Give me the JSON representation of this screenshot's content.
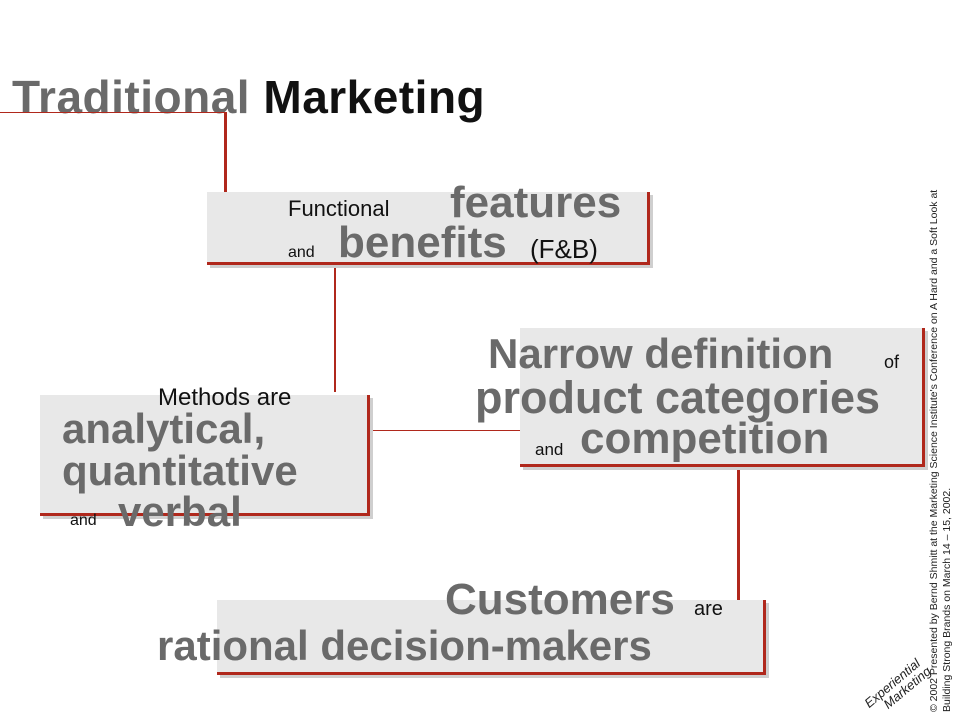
{
  "title": {
    "part1": "Traditional",
    "part2": "Marketing"
  },
  "box_fb": {
    "functional": "Functional",
    "features": "features",
    "and": "and",
    "benefits": "benefits",
    "fb": "(F&B)"
  },
  "box_narrow": {
    "line1_big": "Narrow definition",
    "line1_small": "of",
    "line2": "product categories",
    "and": "and",
    "line3": "competition"
  },
  "box_methods": {
    "intro": "Methods are",
    "line1": "analytical,",
    "line2": "quantitative",
    "and": "and",
    "line3": "verbal"
  },
  "box_customers": {
    "line1_big": "Customers",
    "line1_small": "are",
    "line2": "rational decision-makers"
  },
  "copyright": {
    "line1": "© 2002 Presented by Bernd Shmitt at the Marketing Science Institute's Conference on A Hard and a Soft Look at",
    "line2": "Building Strong Brands on March 14 – 15, 2002."
  },
  "logo": {
    "line1": "Experiential",
    "line2": "Marketing"
  },
  "colors": {
    "accent": "#b0281c",
    "box": "#e8e8e8",
    "gray_text": "#6a6a6a"
  }
}
